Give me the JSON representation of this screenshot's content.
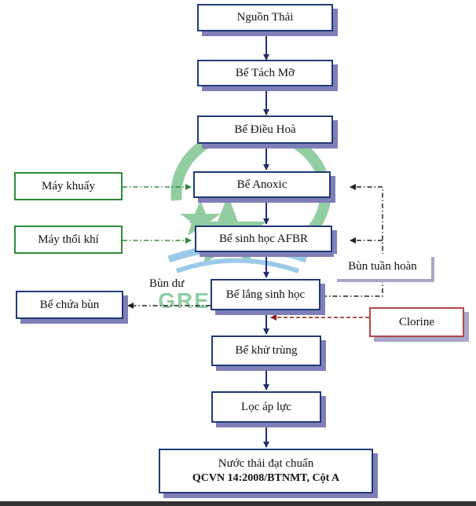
{
  "title": "",
  "nodes": {
    "source": "Nguồn Thải",
    "grease": "Bể Tách Mỡ",
    "equalization": "Bể Điều Hoà",
    "anoxic": "Bể Anoxic",
    "afbr": "Bể sinh học AFBR",
    "settling": "Bể lắng sinh học",
    "disinfection": "Bể khử trùng",
    "pressure_filter": "Lọc áp lực",
    "final_line1": "Nước thải đạt chuẩn",
    "final_line2": "QCVN 14:2008/BTNMT, Cột A",
    "mixer": "Máy khuấy",
    "blower": "Máy thổi khí",
    "sludge_tank": "Bể chứa bùn",
    "chlorine": "Clorine"
  },
  "labels": {
    "excess_sludge": "Bùn dư",
    "recycle_sludge": "Bùn tuần hoàn",
    "watermark": "GREEN STAR"
  },
  "colors": {
    "box_border": "#1f3a78",
    "box_shadow": "#7f7fb8",
    "main_arrow": "#1f2f6b",
    "green": "#2e8b3a",
    "dark_red": "#8b1a1a",
    "watermark_green": "#3aa655",
    "watermark_blue": "#4a9fd8"
  }
}
